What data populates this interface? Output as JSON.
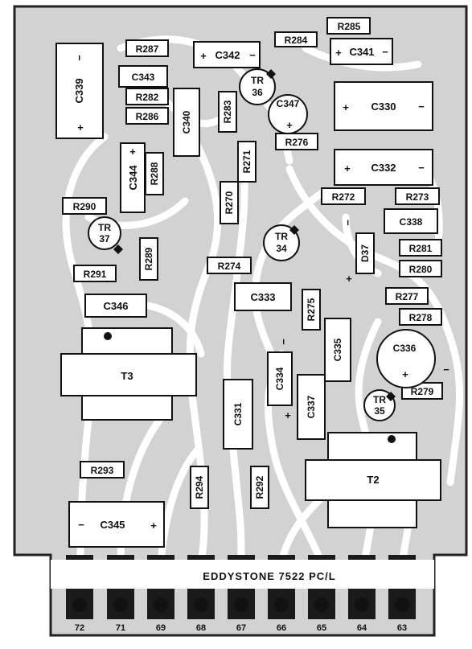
{
  "board_label": "EDDYSTONE 7522 PC/L",
  "components": {
    "R287": "R287",
    "C342": "C342",
    "R284": "R284",
    "R285": "R285",
    "C341": "C341",
    "C339": "C339",
    "C343": "C343",
    "R282": "R282",
    "R286": "R286",
    "R283": "R283",
    "TR36_a": "TR",
    "TR36_b": "36",
    "C347": "C347",
    "C330": "C330",
    "C340": "C340",
    "R276": "R276",
    "R271": "R271",
    "C344": "C344",
    "R288": "R288",
    "C332": "C332",
    "R270": "R270",
    "R272": "R272",
    "R273": "R273",
    "R290": "R290",
    "TR37_a": "TR",
    "TR37_b": "37",
    "TR34_a": "TR",
    "TR34_b": "34",
    "C338": "C338",
    "D37": "D37",
    "R281": "R281",
    "R289": "R289",
    "R274": "R274",
    "R280": "R280",
    "R291": "R291",
    "C333": "C333",
    "R277": "R277",
    "C346": "C346",
    "R275": "R275",
    "R278": "R278",
    "C335": "C335",
    "C336": "C336",
    "T3": "T3",
    "C334": "C334",
    "R279": "R279",
    "TR35_a": "TR",
    "TR35_b": "35",
    "C337": "C337",
    "C331": "C331",
    "T2": "T2",
    "R293": "R293",
    "R294": "R294",
    "R292": "R292",
    "C345": "C345"
  },
  "polarity": {
    "plus": "+",
    "minus": "−"
  },
  "pins": [
    "72",
    "71",
    "69",
    "68",
    "67",
    "66",
    "65",
    "64",
    "63"
  ]
}
